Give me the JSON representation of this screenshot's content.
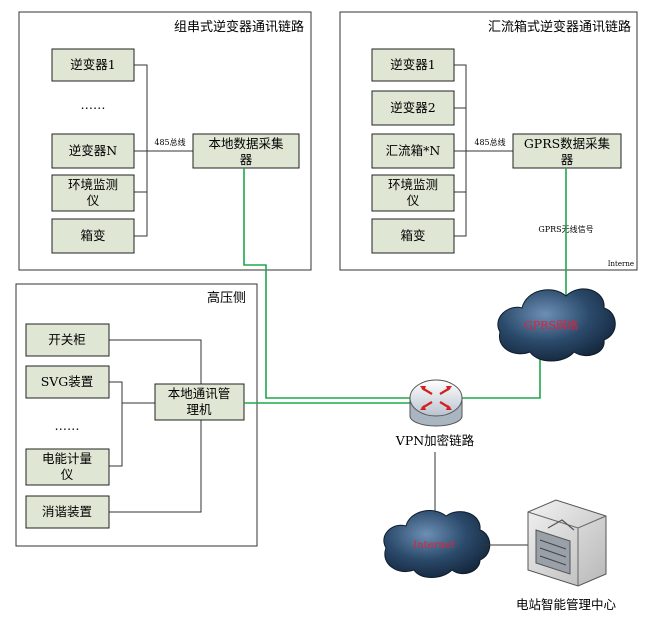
{
  "panels": {
    "string": {
      "title": "组串式逆变器通讯链路"
    },
    "combiner": {
      "title": "汇流箱式逆变器通讯链路",
      "corner_label": "Interne"
    },
    "hv": {
      "title": "高压侧"
    }
  },
  "string_nodes": [
    "逆变器1",
    "……",
    "逆变器N",
    "环境监测仪",
    "箱变"
  ],
  "string_bus_label": "485总线",
  "string_collector": "本地数据采集器",
  "combiner_nodes": [
    "逆变器1",
    "逆变器2",
    "汇流箱*N",
    "环境监测仪",
    "箱变"
  ],
  "combiner_bus_label": "485总线",
  "combiner_collector": "GPRS数据采集器",
  "gprs_signal_label": "GPRS无线信号",
  "gprs_cloud_label": "GPRS网络",
  "hv_nodes": [
    "开关柜",
    "SVG装置",
    "……",
    "电能计量仪",
    "消谐装置"
  ],
  "hv_manager": "本地通讯管理机",
  "router_label": "VPN加密链路",
  "internet_cloud_label": "Internet",
  "center_label": "电站智能管理中心",
  "colors": {
    "node_fill": "#dfe6d4",
    "link_green": "#1ea84a",
    "cloud": "#2b4a6b",
    "cloud_text": "#e0203a"
  },
  "icons": [
    "router-icon",
    "cloud-icon",
    "server-icon"
  ]
}
